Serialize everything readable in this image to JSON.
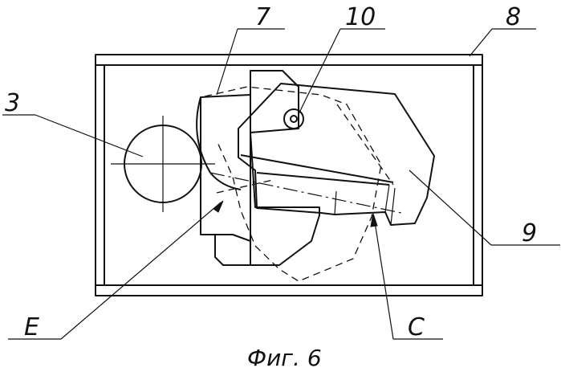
{
  "figure": {
    "caption": "Фиг. 6",
    "labels": {
      "l3": "3",
      "l7": "7",
      "l8": "8",
      "l9": "9",
      "l10": "10",
      "lE": "E",
      "lC": "C"
    }
  }
}
